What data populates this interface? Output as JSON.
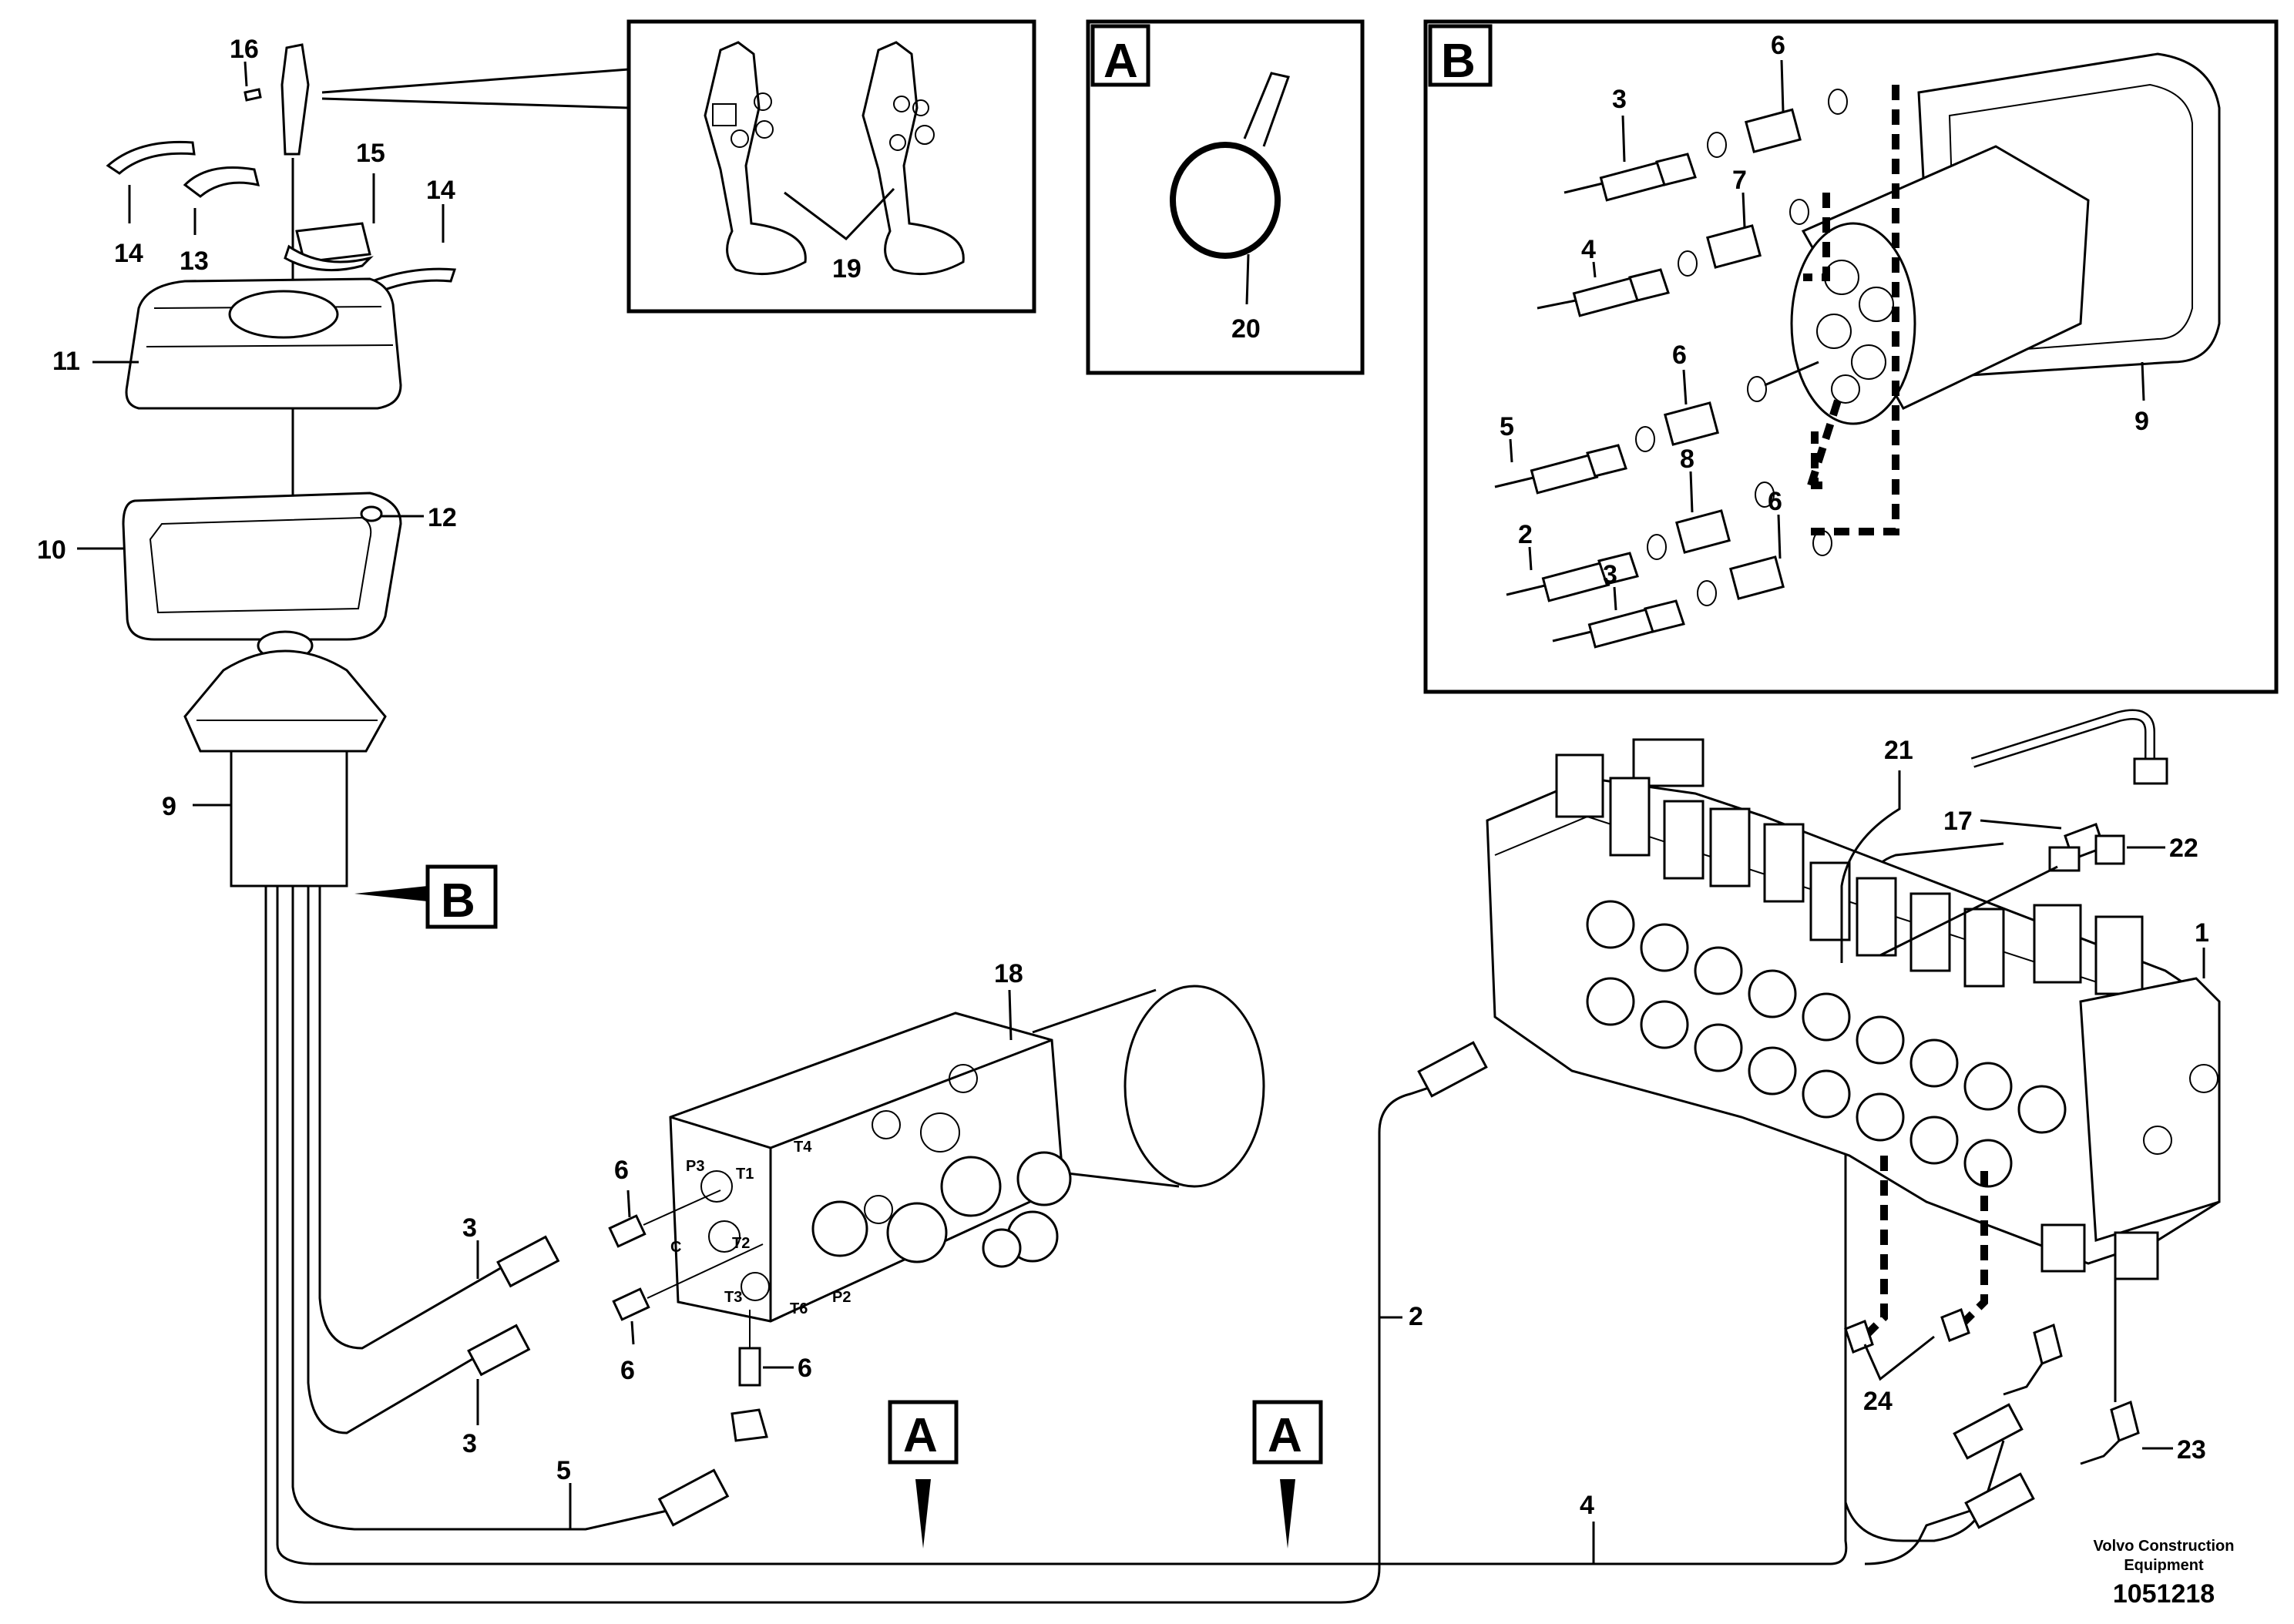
{
  "labels": {
    "l1": "1",
    "l2": "2",
    "l3a": "3",
    "l3b": "3",
    "l3c": "3",
    "l3d": "3",
    "l4a": "4",
    "l4b": "4",
    "l5a": "5",
    "l5b": "5",
    "l6a": "6",
    "l6b": "6",
    "l6c": "6",
    "l6d": "6",
    "l6e": "6",
    "l6f": "6",
    "l7": "7",
    "l8": "8",
    "l9a": "9",
    "l9b": "9",
    "l10": "10",
    "l11": "11",
    "l12": "12",
    "l13": "13",
    "l14a": "14",
    "l14b": "14",
    "l15": "15",
    "l16": "16",
    "l17": "17",
    "l18": "18",
    "l19": "19",
    "l20": "20",
    "l21": "21",
    "l22": "22",
    "l23": "23",
    "l24": "24"
  },
  "callouts": {
    "A": "A",
    "B": "B"
  },
  "block_markings": {
    "p3": "P3",
    "t1": "T1",
    "t2": "T2",
    "t3": "T3",
    "t6": "T6",
    "p2": "P2",
    "t4": "T4",
    "c": "C"
  },
  "footer": {
    "brand_line1": "Volvo Construction",
    "brand_line2": "Equipment",
    "figure_number": "1051218"
  }
}
